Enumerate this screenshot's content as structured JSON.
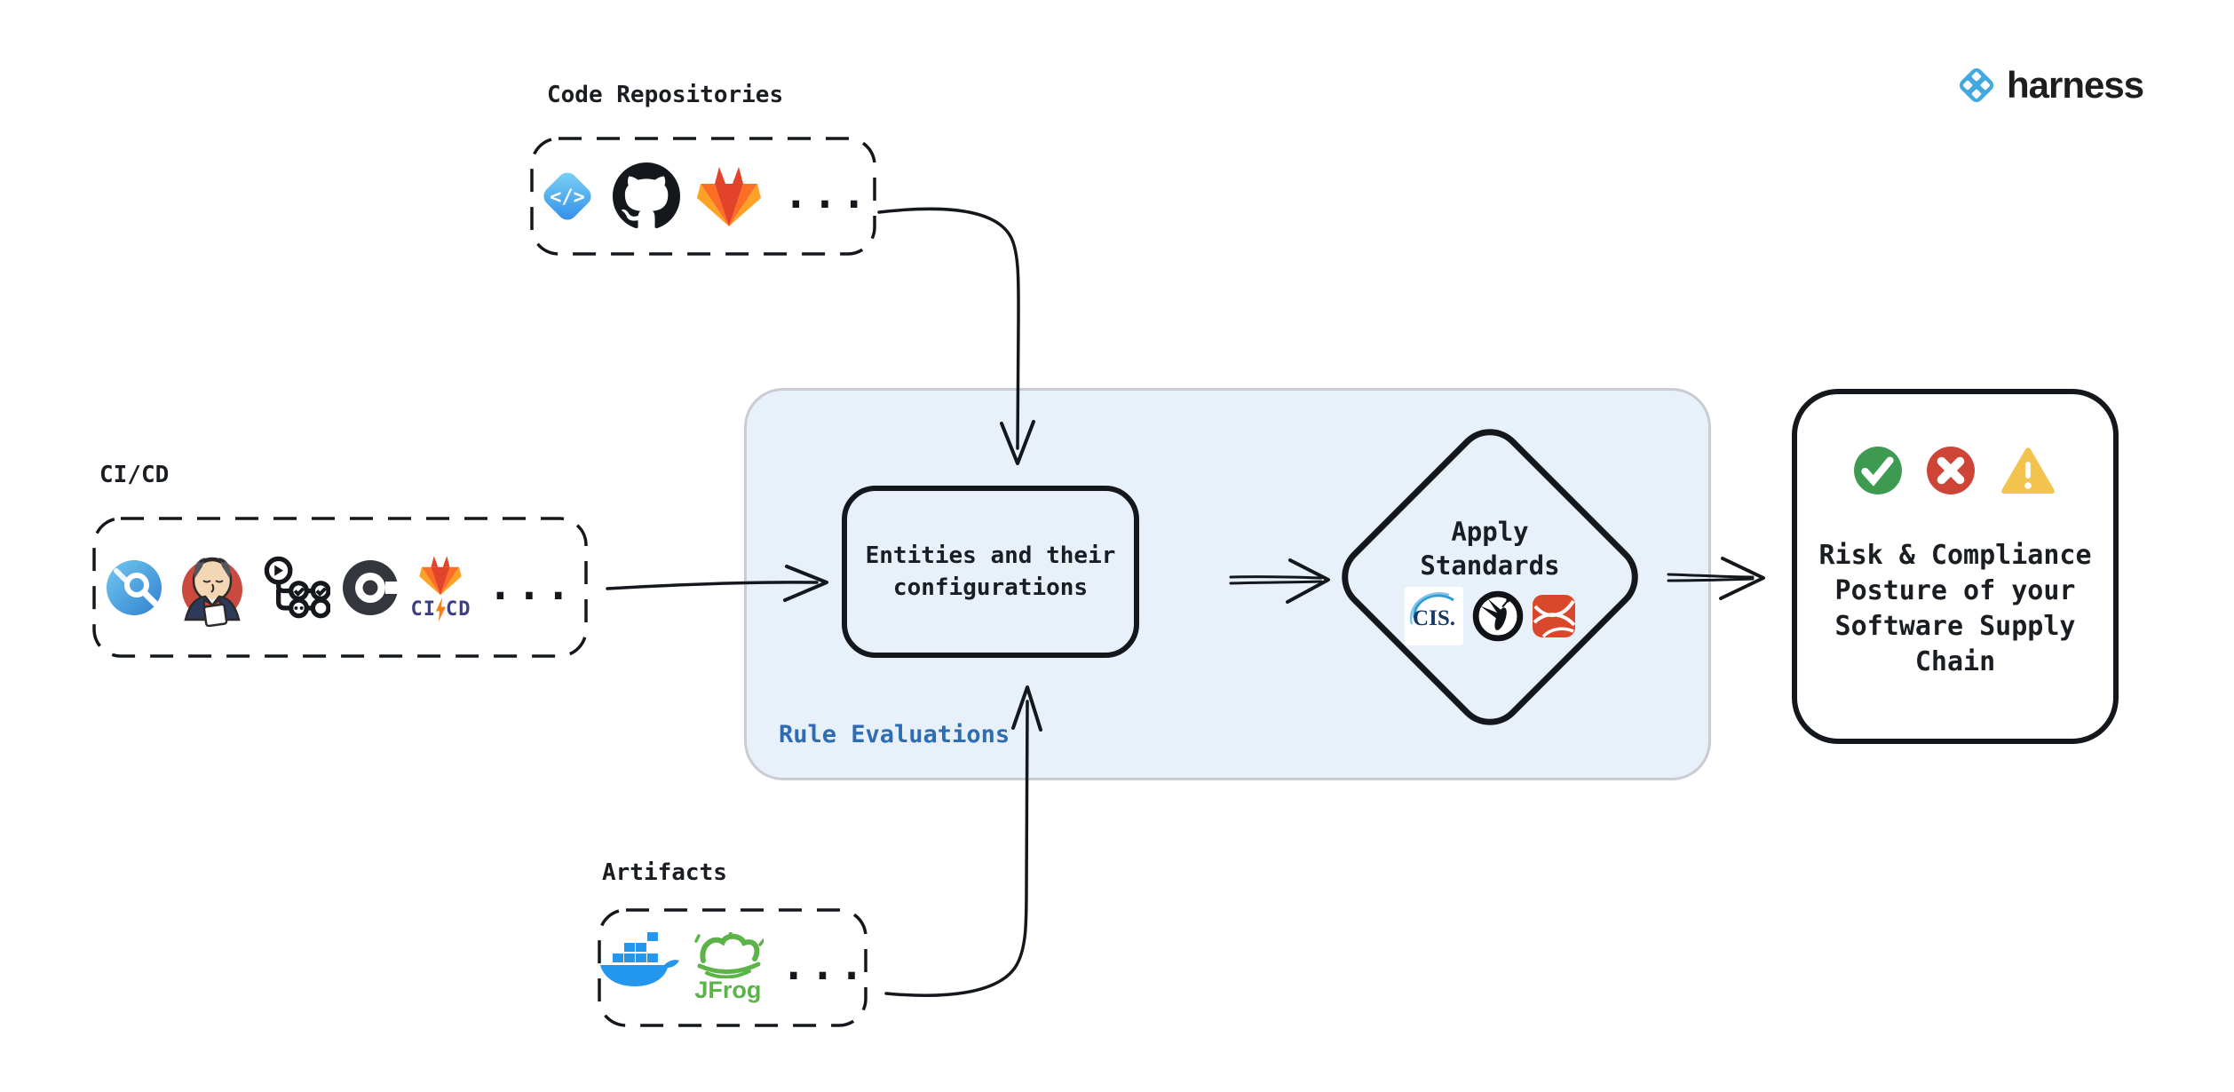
{
  "brand": {
    "wordmark": "harness"
  },
  "colors": {
    "panel_bg": "#E8F0FA",
    "panel_border": "#C9CDD3",
    "ink": "#1A1E23",
    "rule_label_blue": "#2E6DB4",
    "success_green": "#3D9A50",
    "error_red": "#CE4437",
    "warning_yellow": "#F2C44D",
    "harness_blue": "#42A9E0",
    "docker_blue": "#2396ED",
    "jfrog_green": "#5CB449",
    "gitlab_orange": "#FC6D26"
  },
  "groups": {
    "code_repositories": {
      "label": "Code Repositories",
      "more": "...",
      "icons": [
        "harness-code",
        "github",
        "gitlab"
      ],
      "code_icon_glyph": "</>"
    },
    "cicd": {
      "label": "CI/CD",
      "more": "...",
      "icons": [
        "harness-ci",
        "jenkins",
        "github-actions",
        "circleci",
        "gitlab-cicd"
      ],
      "gitlab_cicd": {
        "left": "CI",
        "right": "CD"
      }
    },
    "artifacts": {
      "label": "Artifacts",
      "more": "...",
      "icons": [
        "docker",
        "jfrog"
      ],
      "jfrog_label": "JFrog"
    }
  },
  "panel": {
    "label": "Rule Evaluations"
  },
  "entities_box": {
    "lines": [
      "Entities and their",
      "configurations"
    ]
  },
  "diamond": {
    "lines": [
      "Apply",
      "Standards"
    ],
    "cis_label": "CIS.",
    "standards": [
      "cis-benchmark",
      "owasp",
      "red-ribbon-standard"
    ]
  },
  "outcome": {
    "lines": [
      "Risk & Compliance",
      "Posture of your",
      "Software Supply",
      "Chain"
    ],
    "status_icons": [
      "check",
      "cross",
      "warning"
    ]
  }
}
